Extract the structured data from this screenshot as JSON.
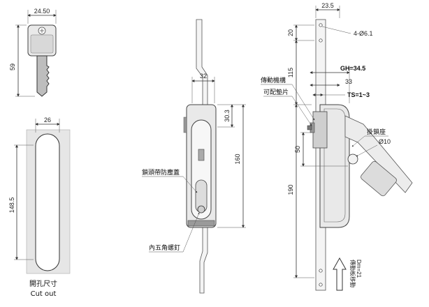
{
  "key_view": {
    "width_dim": "24.50",
    "height_dim": "59"
  },
  "cutout_view": {
    "width_dim": "26",
    "height_dim": "148.5",
    "label_cn": "開孔尺寸",
    "label_en": "Cut out"
  },
  "front_view": {
    "width_dim": "32",
    "dim_30_3": "30.3",
    "dim_160": "160",
    "label_lock_cover": "鎖頭帶防塵蓋",
    "label_screw": "內五角螺釘"
  },
  "side_view": {
    "dim_23_5": "23.5",
    "dim_20": "20",
    "hole_dim": "4-Ø6.1",
    "dim_115": "115",
    "gh_dim": "GH=34.5",
    "dim_33": "33",
    "ts_dim": "TS=1~3",
    "dim_50": "50",
    "dim_190": "190",
    "roller_dim": "Ø10",
    "label_drive": "傳動機構",
    "label_shim": "可配墊片",
    "label_hook": "掛鎖座",
    "label_dir_cn": "傳動板移動",
    "label_dir_en": "Dm=21"
  }
}
